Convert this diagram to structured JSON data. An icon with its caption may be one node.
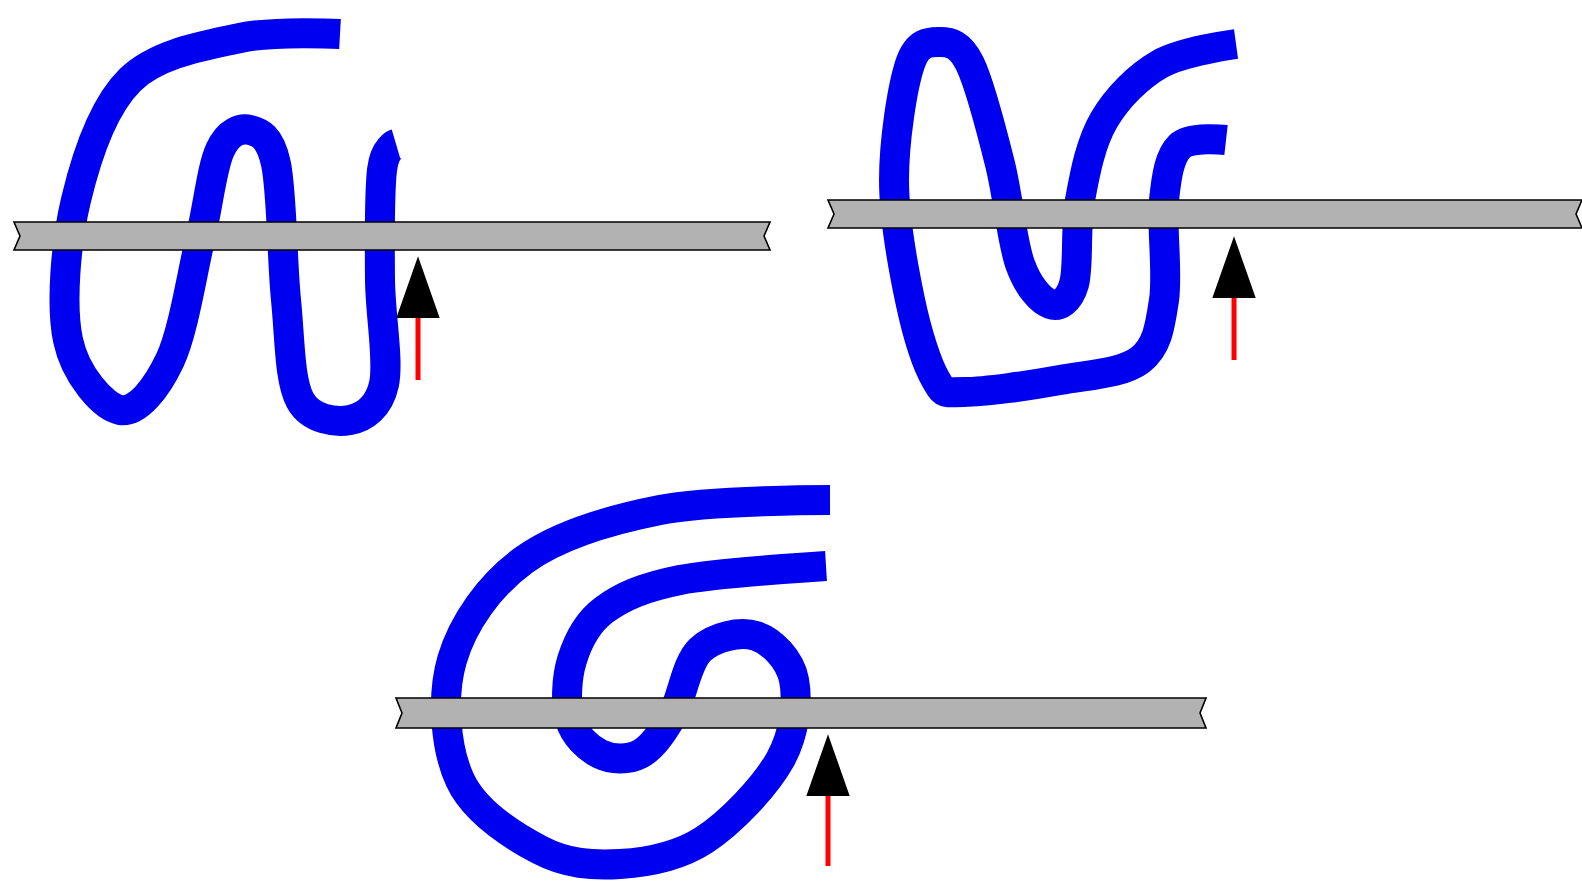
{
  "diagram": {
    "nodes": [
      {
        "text": [],
        "shape": "curve"
      },
      {
        "text": [],
        "shape": "bar"
      },
      {
        "text": [],
        "shape": "curve"
      },
      {
        "text": [],
        "shape": "bar"
      },
      {
        "text": [],
        "shape": "curve"
      },
      {
        "text": [],
        "shape": "bar"
      }
    ]
  }
}
